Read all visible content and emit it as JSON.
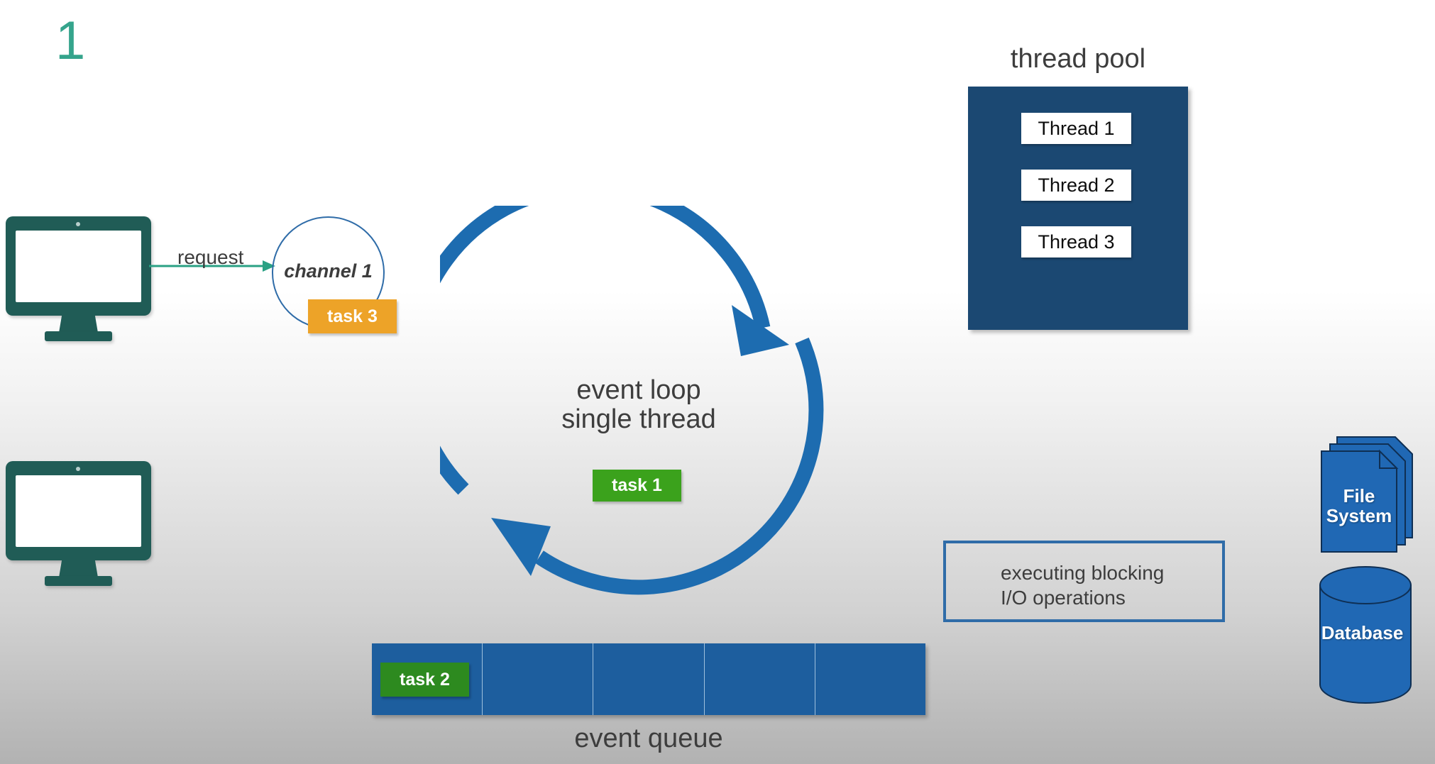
{
  "slide": {
    "number": "1"
  },
  "clients": {
    "monitor_1_name": "client-monitor-1",
    "monitor_2_name": "client-monitor-2"
  },
  "request": {
    "label": "request"
  },
  "channel": {
    "label": "channel 1",
    "task_chip": "task 3"
  },
  "event_loop": {
    "line1": "event loop",
    "line2": "single thread",
    "title": "event loop\nsingle thread",
    "task_chip": "task 1"
  },
  "thread_pool": {
    "title": "thread pool",
    "threads": [
      {
        "label": "Thread 1"
      },
      {
        "label": "Thread 2"
      },
      {
        "label": "Thread 3"
      }
    ]
  },
  "blocking_io": {
    "line1": "executing blocking",
    "line2": "I/O operations"
  },
  "event_queue": {
    "label": "event queue",
    "cell_count": 5,
    "task_chip": "task 2"
  },
  "storage": {
    "file_system_line1": "File",
    "file_system_line2": "System",
    "database_label": "Database"
  },
  "colors": {
    "accent_teal": "#35a48c",
    "monitor": "#205c56",
    "loop_blue": "#1d6cb0",
    "navy": "#1b4872",
    "queue_blue": "#1d5e9e",
    "storage_blue": "#2068b4",
    "task1_green": "#3ba21c",
    "task2_green": "#2d8a1f",
    "task3_orange": "#eda328",
    "text_gray": "#3d3d3d"
  }
}
